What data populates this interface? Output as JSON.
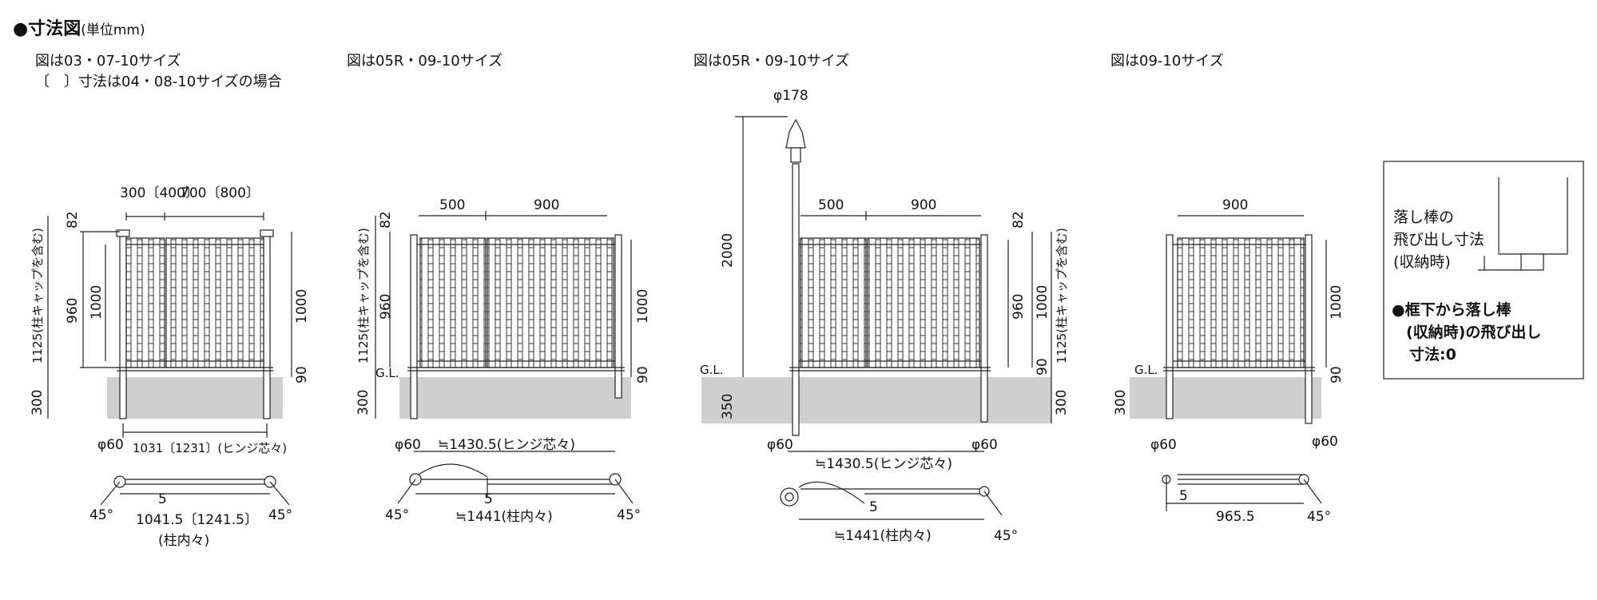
{
  "header": {
    "title": "●寸法図",
    "unit": "(単位mm)"
  },
  "captions": {
    "d1_line1": "図は03・07-10サイズ",
    "d1_line2": "〔　〕寸法は04・08-10サイズの場合",
    "d2": "図は05R・09-10サイズ",
    "d3": "図は05R・09-10サイズ",
    "d4": "図は09-10サイズ"
  },
  "dims": {
    "d300_400": "300〔400〕",
    "d700_800": "700〔800〕",
    "d82": "82",
    "d960": "960",
    "d1000": "1000",
    "d90": "90",
    "d300": "300",
    "d350": "350",
    "d1125": "1125(柱キャップを含む)",
    "d60": "φ60",
    "d178": "φ178",
    "d2000": "2000",
    "d500": "500",
    "d900": "900",
    "d1031": "1031〔1231〕(ヒンジ芯々)",
    "d1041": "1041.5〔1241.5〕",
    "pillar_inner": "(柱内々)",
    "d5": "5",
    "deg45": "45°",
    "d1430": "≒1430.5(ヒンジ芯々)",
    "d1441": "≒1441(柱内々)",
    "d965": "965.5",
    "gl": "G.L."
  },
  "note": {
    "line1": "落し棒の",
    "line2": "飛び出し寸法",
    "line3": "(収納時)",
    "b1": "●框下から落し棒",
    "b2": "(収納時)の飛び出し",
    "b3": "寸法:0"
  },
  "colors": {
    "ground": "#cfcfcf",
    "line": "#222222"
  }
}
